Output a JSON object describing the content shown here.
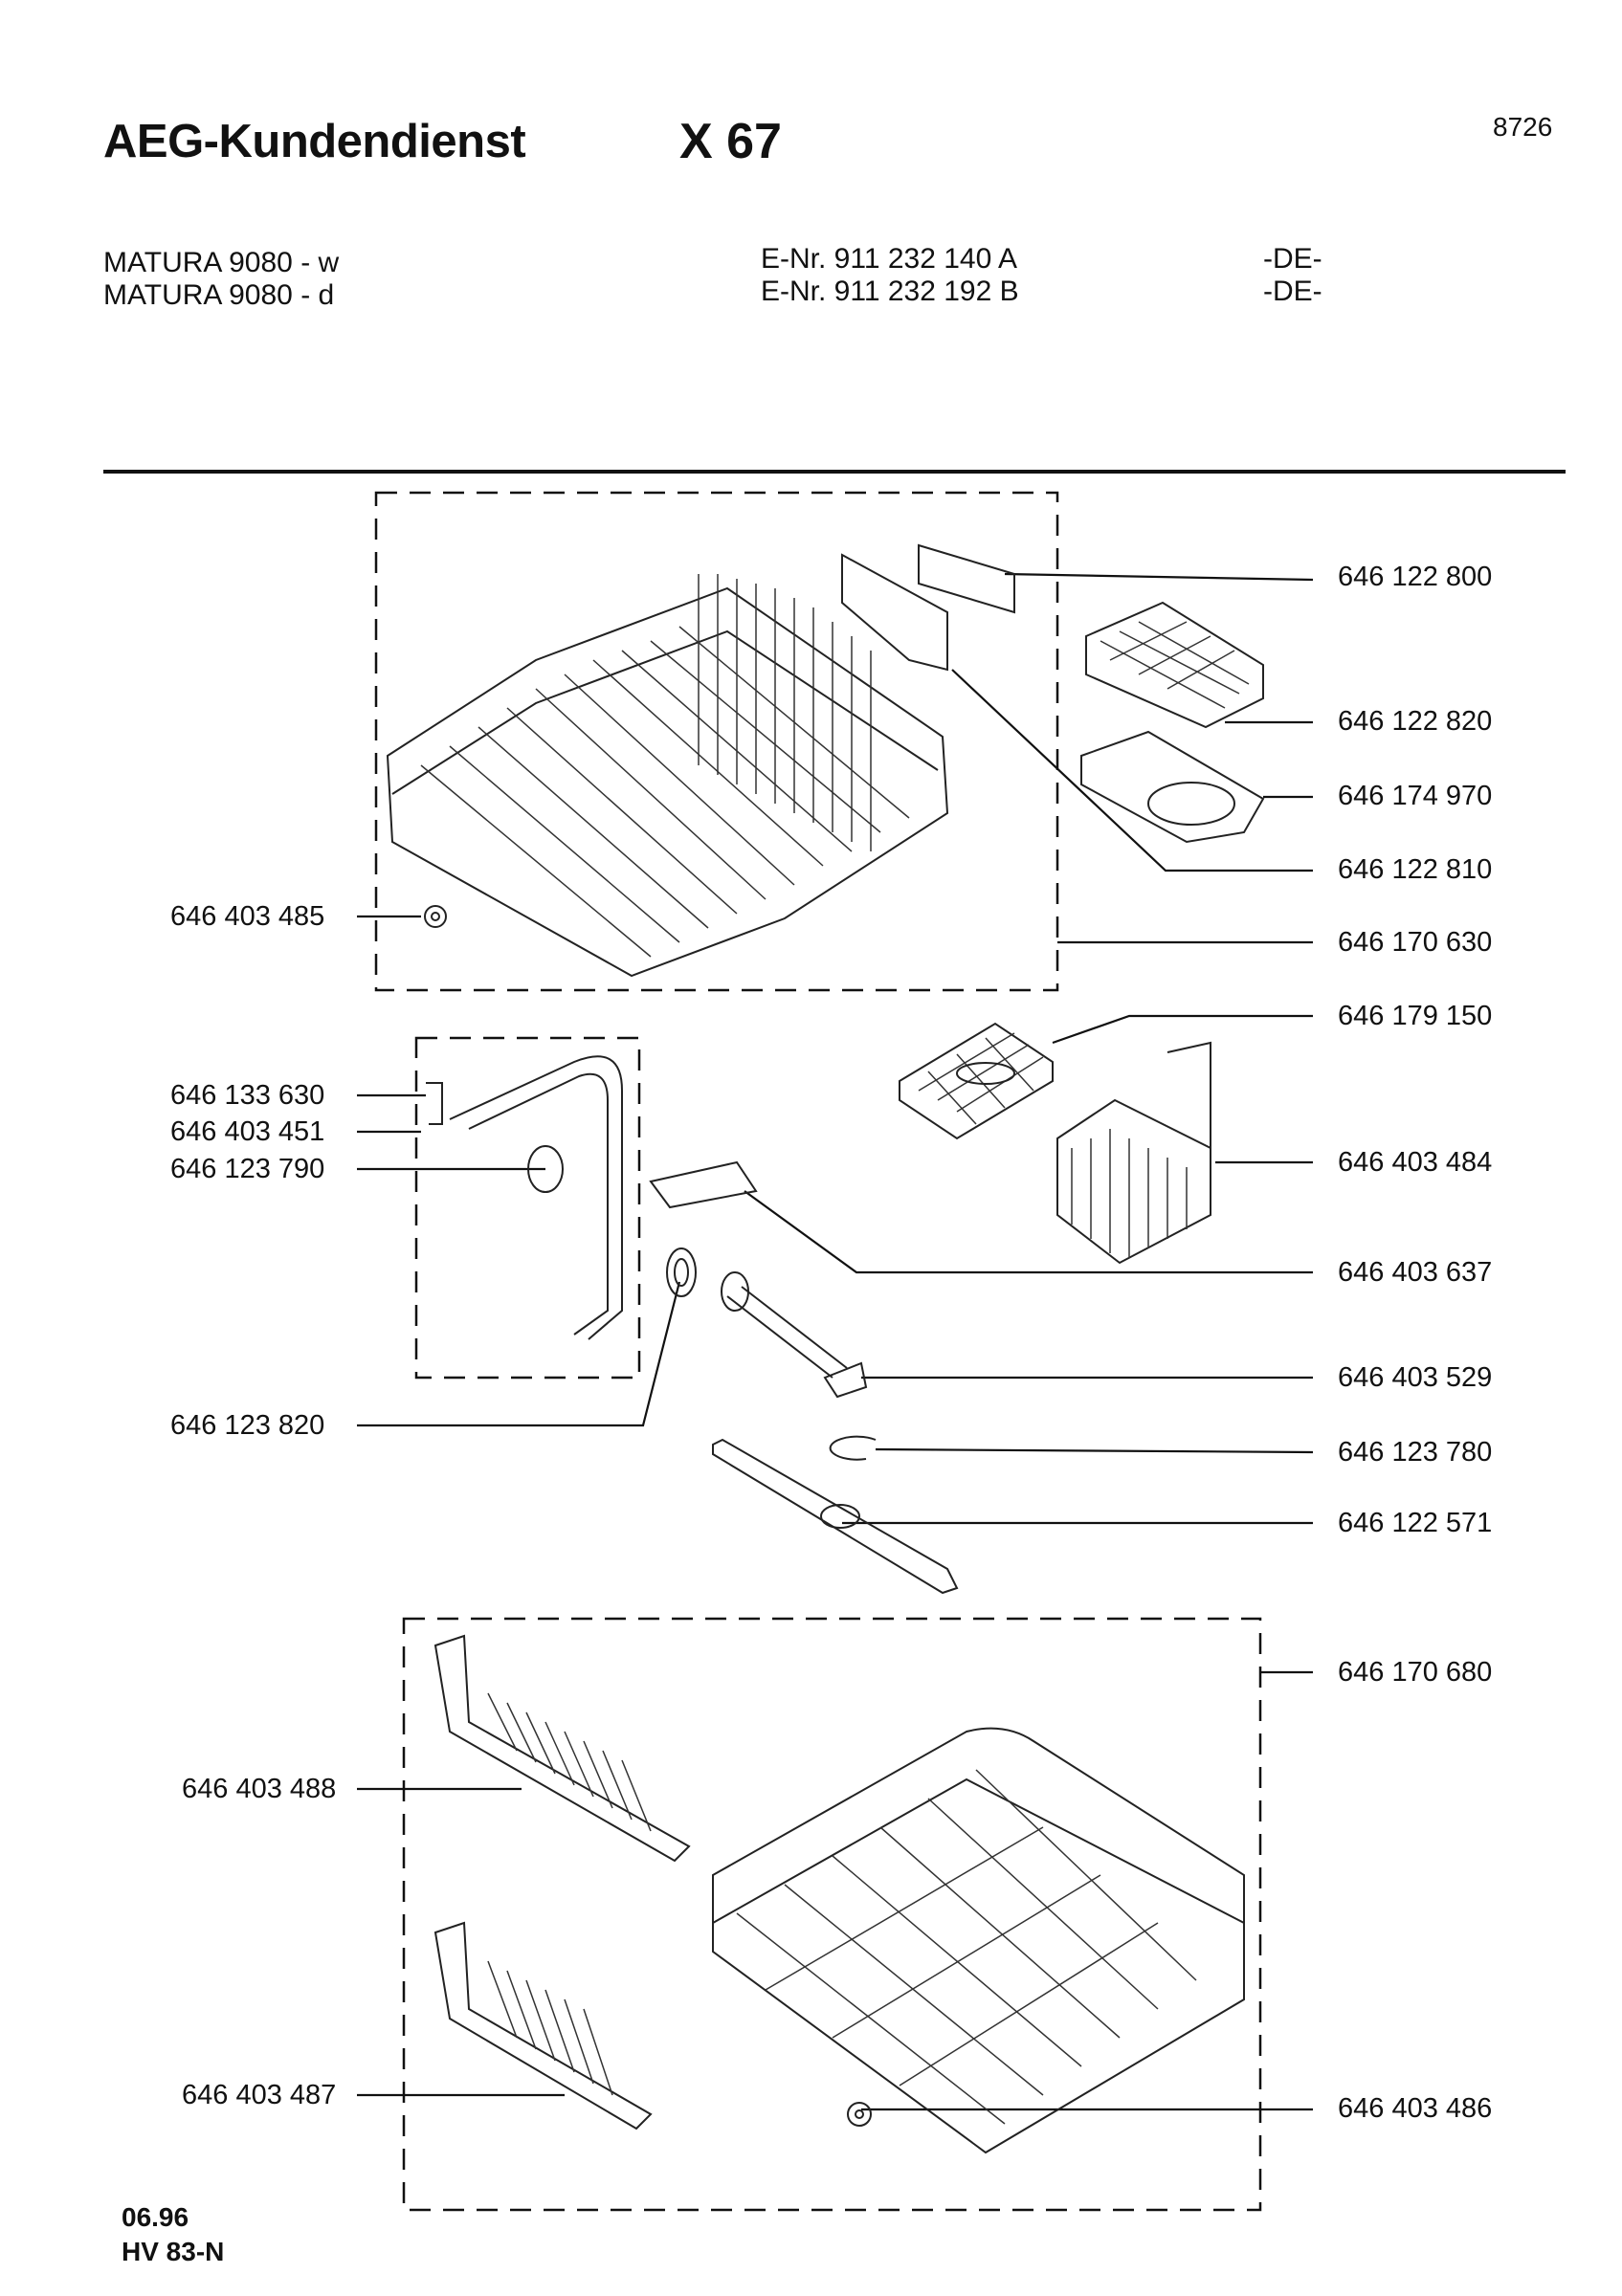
{
  "header": {
    "brand": "AEG-Kundendienst",
    "doc_no": "X 67",
    "sheet_no": "8726"
  },
  "models": [
    {
      "name": "MATURA 9080 - w",
      "e_nr": "E-Nr. 911 232 140 A",
      "country": "-DE-"
    },
    {
      "name": "MATURA 9080 - d",
      "e_nr": "E-Nr. 911 232 192 B",
      "country": "-DE-"
    }
  ],
  "parts": {
    "upper_basket_top": "646 122 800",
    "cup_rack": "646 122 820",
    "small_rack_tray": "646 174 970",
    "rail_bracket": "646 122 810",
    "upper_basket": "646 170 630",
    "wheel_upper": "646 403 485",
    "grid_insert": "646 179 150",
    "clip": "646 133 630",
    "pin": "646 403 451",
    "nozzle": "646 123 790",
    "cutlery_basket": "646 403 484",
    "holder": "646 403 637",
    "seal": "646 123 820",
    "water_pipe": "646 403 529",
    "ring": "646 123 780",
    "spray_arm": "646 122 571",
    "lower_basket": "646 170 680",
    "plate_rack_a": "646 403 488",
    "plate_rack_b": "646 403 487",
    "wheel_lower": "646 403 486"
  },
  "footer": {
    "date": "06.96",
    "code": "HV 83-N"
  }
}
